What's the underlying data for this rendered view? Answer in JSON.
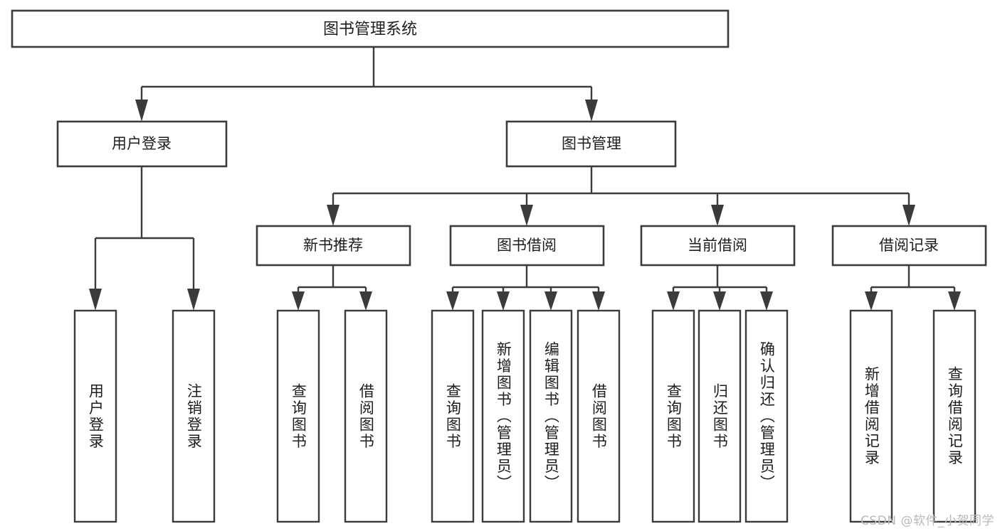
{
  "diagram": {
    "type": "tree",
    "title": "图书管理系统",
    "watermark": "CSDN @软件_小贺同学",
    "colors": {
      "stroke": "#3b3b3b",
      "fill": "#ffffff",
      "text": "#1d1d1d",
      "watermark": "#b9b9b9",
      "background": "#ffffff"
    },
    "root": {
      "label": "图书管理系统"
    },
    "level1": [
      {
        "label": "用户登录"
      },
      {
        "label": "图书管理"
      }
    ],
    "level2": [
      {
        "label": "新书推荐"
      },
      {
        "label": "图书借阅"
      },
      {
        "label": "当前借阅"
      },
      {
        "label": "借阅记录"
      }
    ],
    "leaves": {
      "user_login": [
        {
          "label": "用户登录"
        },
        {
          "label": "注销登录"
        }
      ],
      "new_book": [
        {
          "label": "查询图书"
        },
        {
          "label": "借阅图书"
        }
      ],
      "book_borrow": [
        {
          "label": "查询图书"
        },
        {
          "label": "新增图书（管理员）"
        },
        {
          "label": "编辑图书（管理员）"
        },
        {
          "label": "借阅图书"
        }
      ],
      "current_borrow": [
        {
          "label": "查询图书"
        },
        {
          "label": "归还图书"
        },
        {
          "label": "确认归还（管理员）"
        }
      ],
      "borrow_record": [
        {
          "label": "新增借阅记录"
        },
        {
          "label": "查询借阅记录"
        }
      ]
    }
  }
}
